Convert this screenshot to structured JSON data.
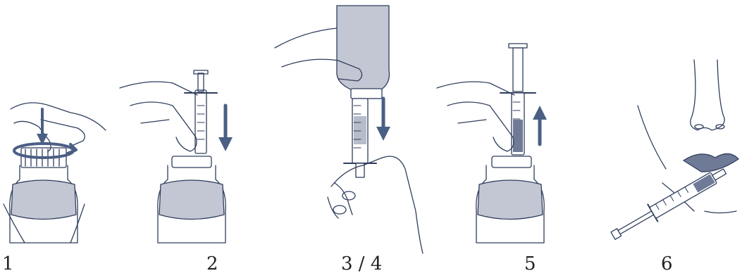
{
  "steps": [
    {
      "label": "1"
    },
    {
      "label": "2"
    },
    {
      "label": "3 / 4"
    },
    {
      "label": "5"
    },
    {
      "label": "6"
    }
  ],
  "colors": {
    "outline": "#2e3e5c",
    "arrow": "#4b5f84",
    "liquid": "#b7bccb",
    "liquid_dark": "#6f7a96",
    "bottle_fill": "#c3c7d3"
  }
}
